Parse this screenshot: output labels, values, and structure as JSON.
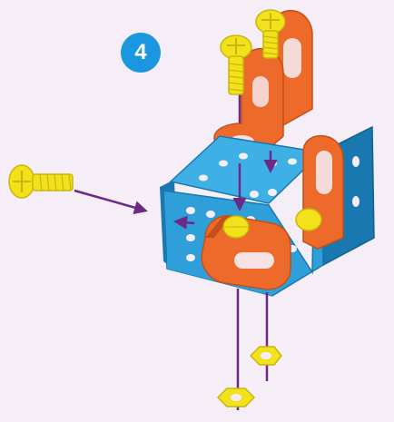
{
  "step": {
    "number": "4",
    "badge_color": "#1a97de"
  },
  "colors": {
    "background": "#f6eef7",
    "bracket_blue": "#2e9fd8",
    "bracket_blue_dark": "#1a78b0",
    "bracket_orange": "#ee6a2a",
    "bracket_orange_dark": "#c44f18",
    "screw_yellow": "#f3e11c",
    "screw_yellow_dark": "#c9b60a",
    "assembly_line_purple": "#6a2a86"
  },
  "parts": [
    {
      "name": "u-bracket",
      "icon": "blue-u-bracket-icon"
    },
    {
      "name": "l-bracket",
      "icon": "orange-l-bracket-icon"
    },
    {
      "name": "screw",
      "icon": "yellow-screw-icon"
    },
    {
      "name": "nut",
      "icon": "yellow-hex-nut-icon"
    }
  ]
}
